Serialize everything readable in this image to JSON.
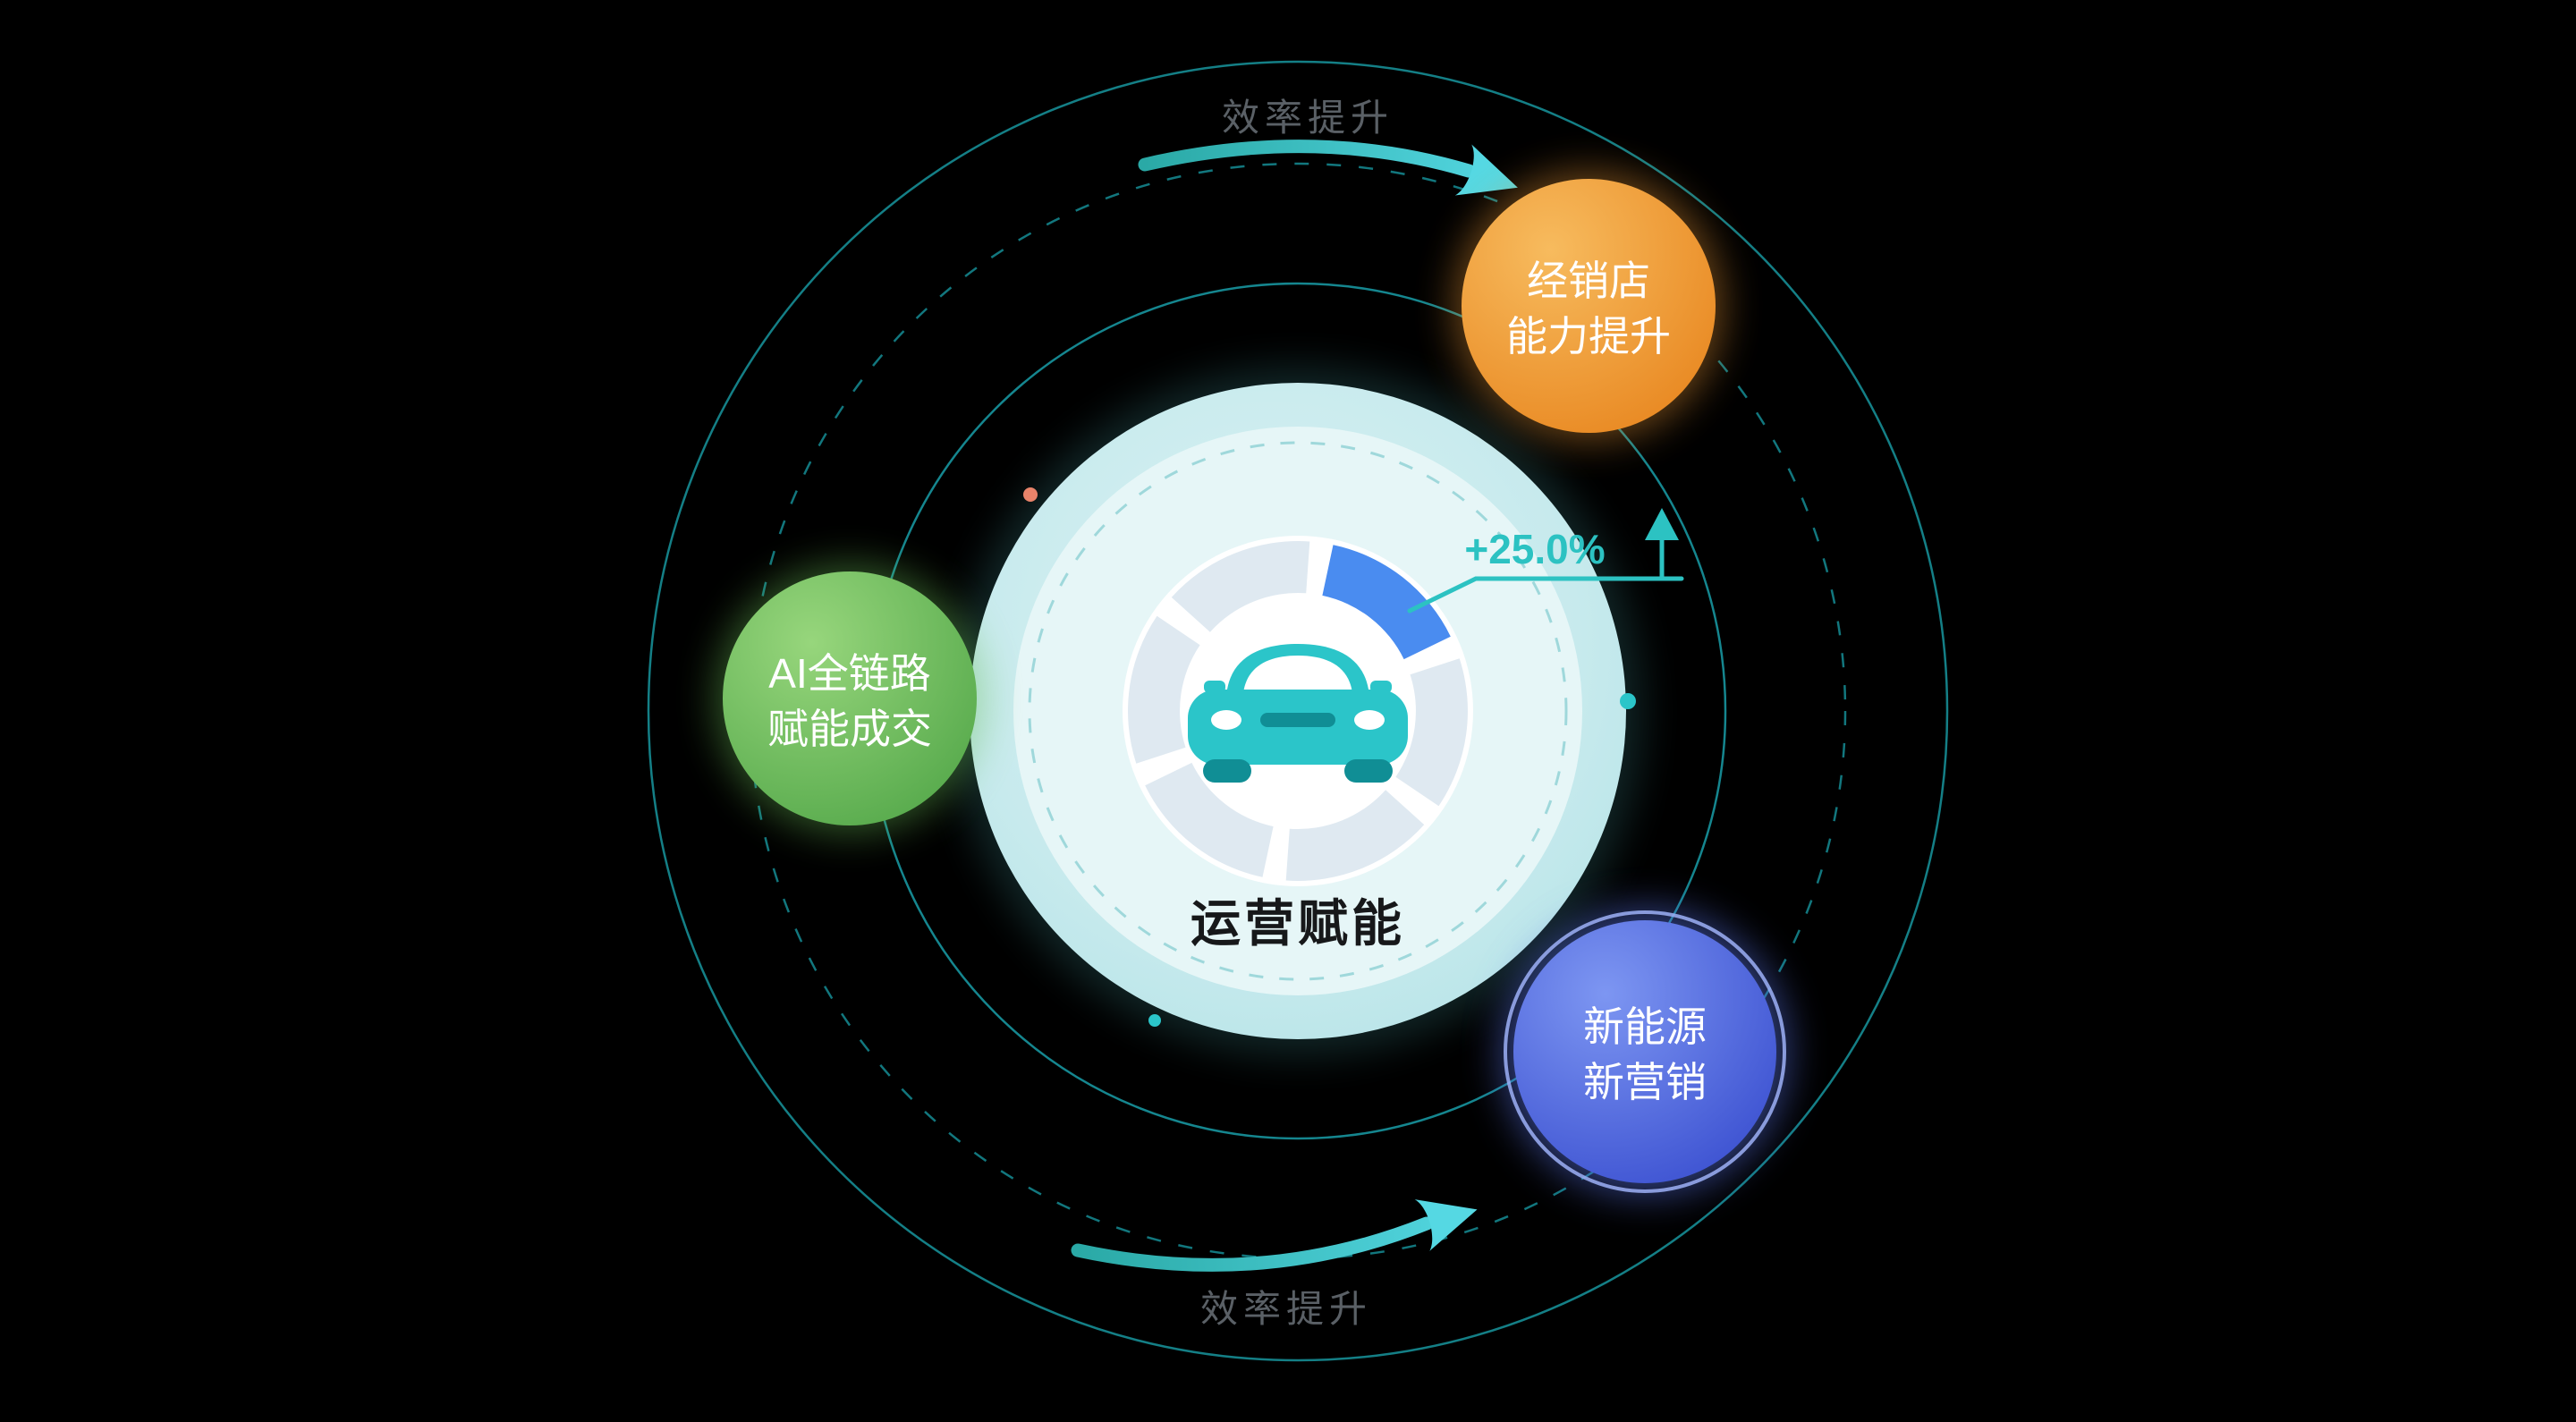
{
  "diagram": {
    "center": {
      "label": "运营赋能",
      "metric": "+25.0%",
      "icon": "car-icon"
    },
    "bubbles": {
      "dealer": {
        "lines": [
          "经销店",
          "能力提升"
        ]
      },
      "ai": {
        "lines": [
          "AI全链路",
          "赋能成交"
        ]
      },
      "nev": {
        "lines": [
          "新能源",
          "新营销"
        ]
      }
    },
    "flow": {
      "top": "效率提升",
      "bottom": "效率提升"
    },
    "colors": {
      "background": "#000000",
      "accent_teal": "#2bc5c9",
      "accent_teal_dark": "#108e95",
      "orbit_teal": "#17959e",
      "arrow_start": "#2aa9a6",
      "arrow_end": "#55d8e3",
      "metric_teal": "#2cc2c2",
      "flow_label_gray": "#5a6066",
      "center_text": "#17181a",
      "gauge_blue": "#4a8cf0",
      "gauge_light": "#dfe9f1",
      "pale_circle": "#c7eaed",
      "inner_circle": "#e6f6f7",
      "dashed_inner": "#9fd8db",
      "bubble_text": "#ffffff",
      "bubble_orange_light": "#f7bb5e",
      "bubble_orange_dark": "#e8861f",
      "bubble_green_light": "#97d67c",
      "bubble_green_dark": "#54a84a",
      "bubble_blue_light": "#7d96f2",
      "bubble_blue_dark": "#3a4fd0",
      "bubble_blue_ring": "#9db0f7",
      "dot_orange": "#e8836a"
    }
  }
}
